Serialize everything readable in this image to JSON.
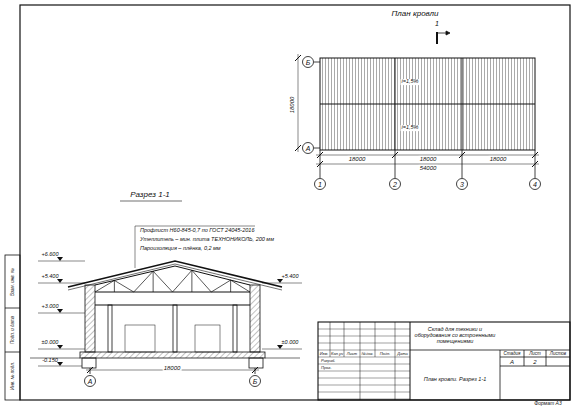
{
  "diagram": {
    "nodes": [
      {
        "text": [
          "Б"
        ]
      },
      {
        "text": [
          "А"
        ]
      },
      {
        "text": [
          "1"
        ]
      },
      {
        "text": [
          "2"
        ]
      },
      {
        "text": [
          "3"
        ]
      },
      {
        "text": [
          "4"
        ]
      },
      {
        "text": [
          "А"
        ]
      },
      {
        "text": [
          "Б"
        ]
      }
    ],
    "labels": [
      "План кровли",
      "1",
      "18000",
      "18000",
      "18000",
      "54000",
      "18000",
      "i=1,5%",
      "i=1,5%",
      "Разрез 1-1",
      "Профлист Н60-845-0,7 по ГОСТ 24045-2016",
      "Утеплитель – мин. плита ТЕХНОНИКОЛЬ, 200 мм",
      "Пароизоляция – плёнка, 0,2 мм",
      "+6.600",
      "+5.400",
      "+3.000",
      "±0.000",
      "-0.150",
      "+5.400",
      "±0.000",
      "18000",
      "Изм.",
      "Кол.уч",
      "Лист",
      "№док.",
      "Подп.",
      "Дата",
      "Разраб.",
      "Пров.",
      "Склад для техники и оборудования со встроенными помещениями",
      "План кровли. Разрез 1-1",
      "Стадия",
      "Лист",
      "Листов",
      "А",
      "2",
      "Инв. № подл.",
      "Подп. и дата",
      "Взам. инв. №",
      "Формат А3"
    ]
  }
}
